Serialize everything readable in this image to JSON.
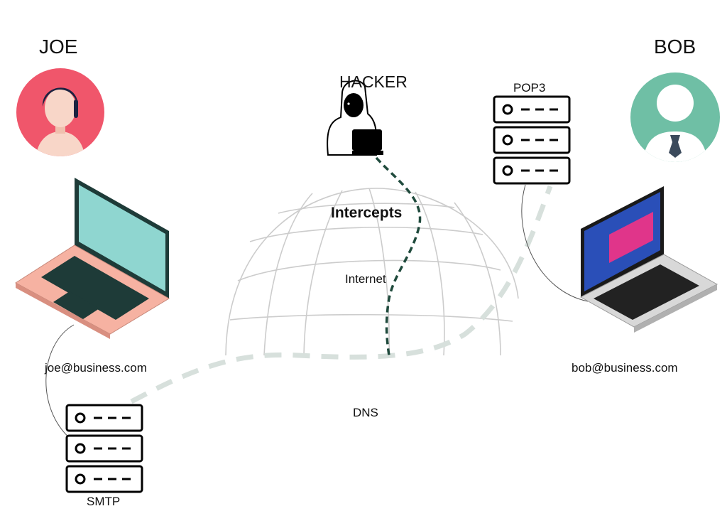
{
  "sender": {
    "name": "JOE",
    "email": "joe@business.com"
  },
  "recipient": {
    "name": "BOB",
    "email": "bob@business.com"
  },
  "attacker": {
    "name": "HACKER",
    "action": "Intercepts"
  },
  "network": {
    "internet": "Internet",
    "dns": "DNS"
  },
  "servers": {
    "outgoing": "SMTP",
    "incoming": "POP3"
  },
  "colors": {
    "joe_avatar_bg": "#f0566b",
    "bob_avatar_bg": "#6fbfa5",
    "joe_laptop_body": "#f6b2a2",
    "joe_laptop_screen": "#8fd6d0",
    "attack_path": "#1f4a3c",
    "mail_path": "#d7e0dc",
    "globe_lines": "#cccccc"
  },
  "icons": [
    "avatar-female-icon",
    "avatar-businessman-icon",
    "laptop-icon",
    "server-icon",
    "globe-icon",
    "hacker-icon"
  ]
}
